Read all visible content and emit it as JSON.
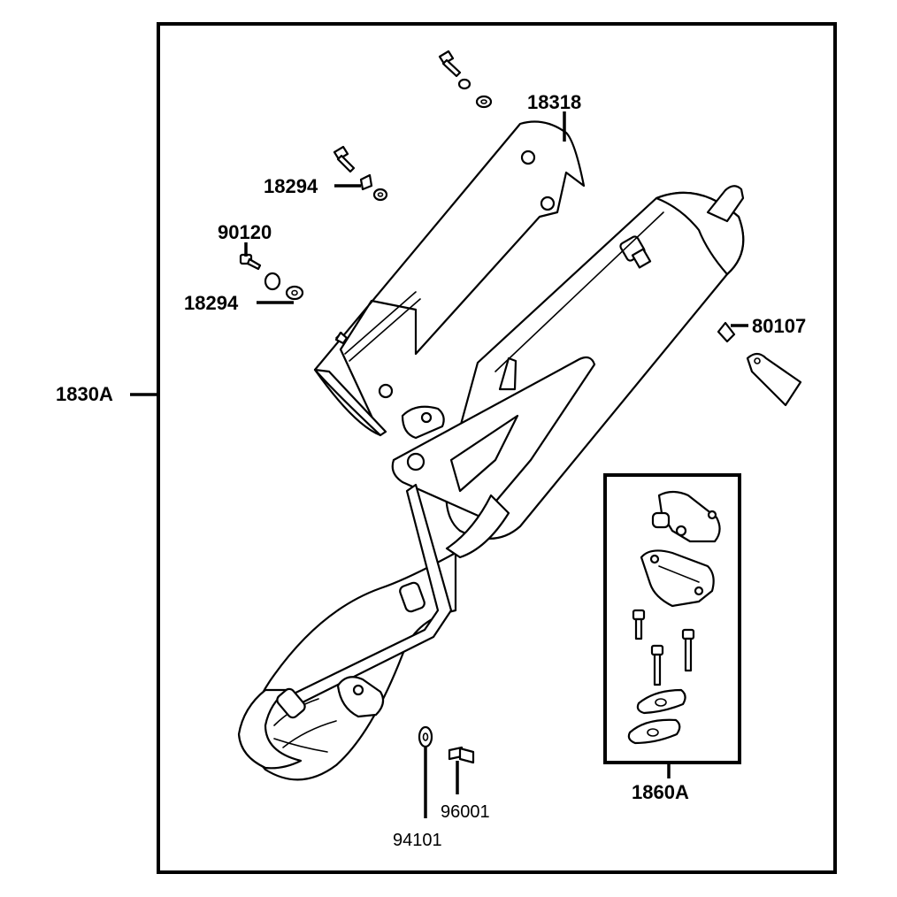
{
  "labels": {
    "assembly_main": "1830A",
    "heat_shield": "18318",
    "washer_upper": "18294",
    "bolt": "90120",
    "washer_lower": "18294",
    "spring_clip": "80107",
    "gasket_ring": "94101",
    "stud_bolt": "96001",
    "subassembly": "1860A"
  }
}
